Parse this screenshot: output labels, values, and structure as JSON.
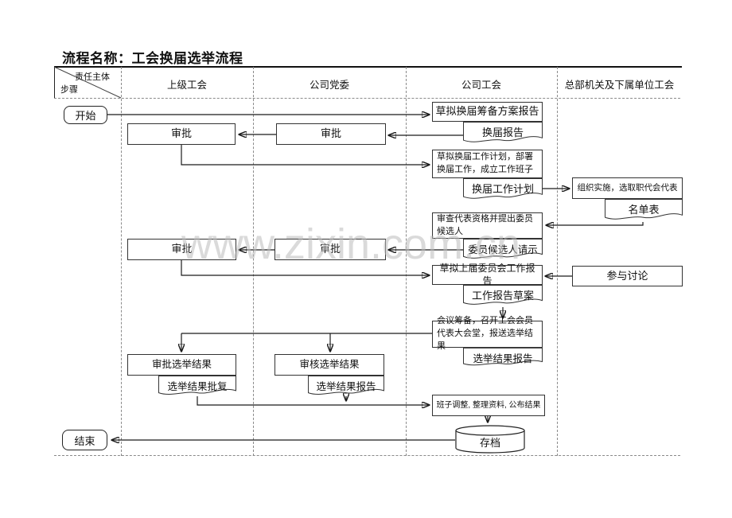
{
  "title": "流程名称：工会换届选举流程",
  "watermark": "www.zixin.com.cn",
  "header": {
    "corner_top": "责任主体",
    "corner_bottom": "步骤",
    "lanes": [
      "上级工会",
      "公司党委",
      "公司工会",
      "总部机关及下属单位工会"
    ]
  },
  "nodes": {
    "start": "开始",
    "end": "结束",
    "draft_prep_report": "草拟换届筹备方案报告",
    "reelection_report_doc": "换届报告",
    "approve_sup_1": "审批",
    "approve_party_1": "审批",
    "draft_work_plan": "草拟换届工作计划，部署换届工作，成立工作班子",
    "work_plan_doc": "换届工作计划",
    "organize_select": "组织实施，选取职代会代表",
    "roster_doc": "名单表",
    "review_qualifications": "审查代表资格并提出委员候选人",
    "candidate_request_doc": "委员候选人请示",
    "approve_sup_2": "审批",
    "approve_party_2": "审批",
    "draft_committee_report": "草拟上届委员会工作报告",
    "participate_discussion": "参与讨论",
    "report_draft_doc": "工作报告草案",
    "convene_congress": "会议筹备，召开工会会员代表大会堂，报送选举结果",
    "election_result_report_doc_out": "选举结果报告",
    "approve_election_results": "审批选举结果",
    "result_reply_doc": "选举结果批复",
    "review_election_results": "审核选举结果",
    "election_result_report_doc_in": "选举结果报告",
    "adjust_team_publish": "班子调整, 整理资料, 公布结果",
    "archive": "存档"
  }
}
